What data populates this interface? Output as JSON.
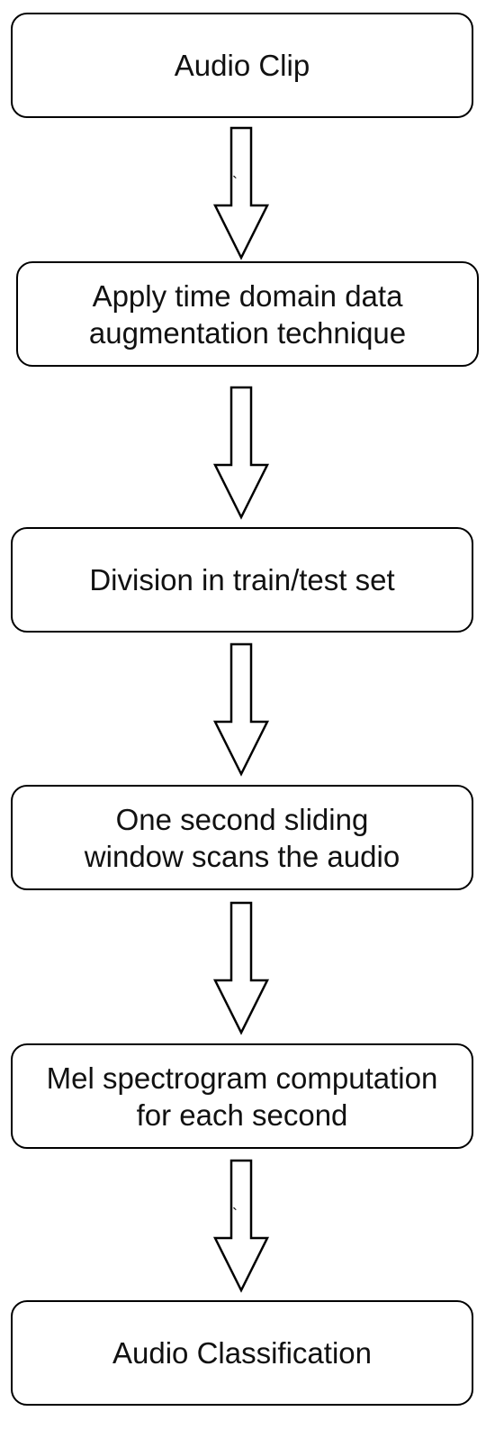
{
  "diagram": {
    "steps": [
      {
        "label": "Audio Clip"
      },
      {
        "label": "Apply time domain data\naugmentation technique"
      },
      {
        "label": "Division in train/test set"
      },
      {
        "label": "One second sliding\nwindow scans the audio"
      },
      {
        "label": "Mel spectrogram computation\nfor each second"
      },
      {
        "label": "Audio Classification"
      }
    ],
    "arrow_marks": [
      "`",
      "`"
    ]
  }
}
